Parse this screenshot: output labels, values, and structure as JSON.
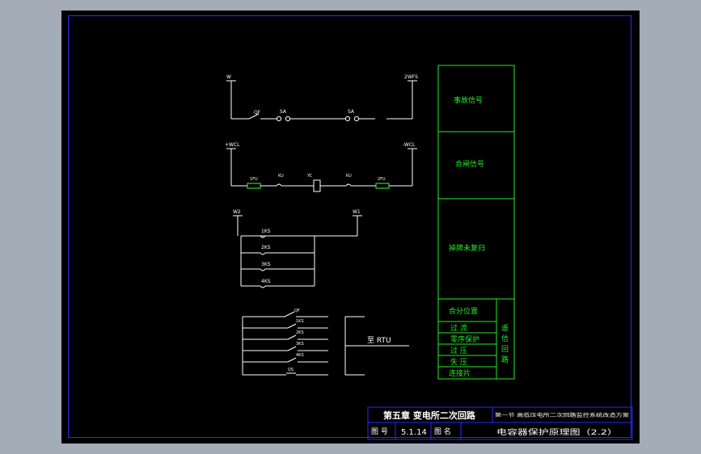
{
  "colors": {
    "page_bg": "#a4acb7",
    "canvas_bg": "#000000",
    "frame_blue": "#2a2aff",
    "wire_white": "#ffffff",
    "panel_green": "#22ee22",
    "fuse_green": "#33ff33",
    "title_white": "#ffffff"
  },
  "circuit": {
    "row1": {
      "left_bus": "W",
      "right_bus": "2WFS",
      "contact_qf": "QF",
      "contact_sa1": "SA",
      "contact_sa2": "SA"
    },
    "row2": {
      "left_bus": "+WCL",
      "right_bus": "-WCL",
      "fuse1": "1FU",
      "relay1": "KU",
      "coil": "YC",
      "relay2": "KU",
      "fuse2": "2FU"
    },
    "row3": {
      "left_bus": "W2",
      "right_bus": "W1",
      "contacts": [
        "1KS",
        "2KS",
        "3KS",
        "4KS"
      ]
    },
    "row4": {
      "contacts": [
        "QF",
        "1KS",
        "2KS",
        "3KS",
        "4KS",
        "QS"
      ],
      "destination": "至 RTU"
    }
  },
  "side_panel": {
    "sections": [
      "事故信号",
      "合闸信号",
      "掉牌未复归"
    ],
    "remote_items": [
      "合分位置",
      "过  流",
      "零序保护",
      "过  压",
      "失  压",
      "连接片"
    ],
    "remote_label_chars": [
      "遥",
      "信",
      "回",
      "路"
    ]
  },
  "title_block": {
    "chapter": "第五章  变电所二次回路",
    "section_note": "第一节  高低压电所二次回路监控系统改造方案",
    "drawing_no_label": "图  号",
    "drawing_no": "5.1.14",
    "drawing_name_label": "图  名",
    "drawing_name": "电容器保护原理图（2.2）"
  }
}
